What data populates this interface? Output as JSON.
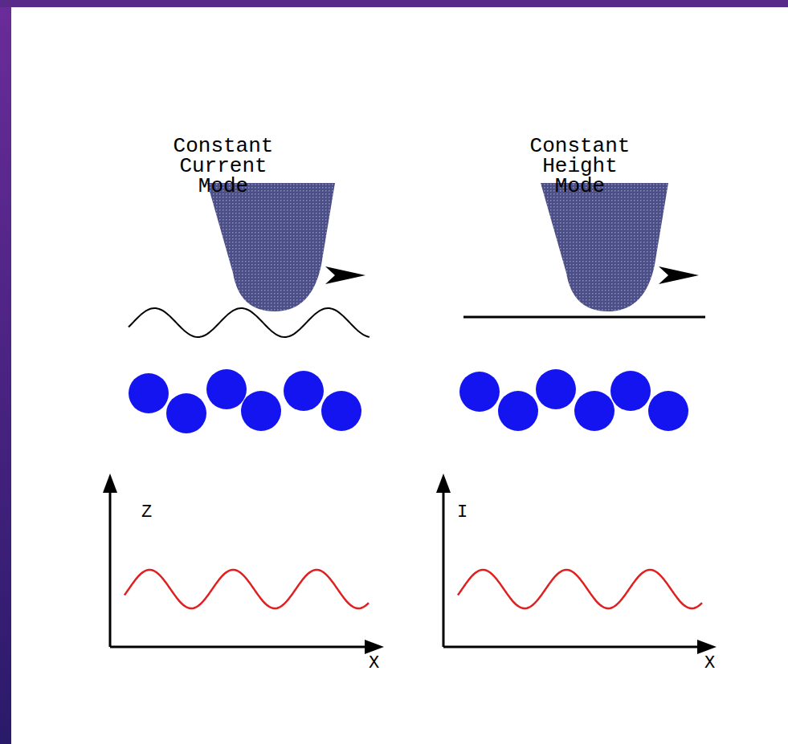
{
  "diagram": {
    "labels": [
      "Constant Current Mode",
      "Constant Height Mode",
      "Z",
      "X",
      "I",
      "X"
    ]
  }
}
